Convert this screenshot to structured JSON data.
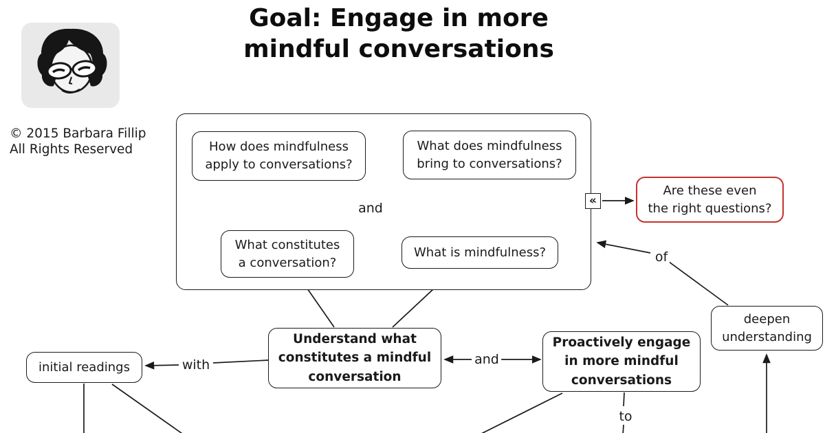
{
  "header": {
    "title": "Goal: Engage in more\nmindful conversations",
    "copyright": "© 2015 Barbara Fillip\nAll Rights Reserved"
  },
  "map": {
    "nodes": {
      "how_mindfulness_applies": {
        "text": "How does mindfulness\napply to conversations?"
      },
      "what_mindfulness_brings": {
        "text": "What does mindfulness\nbring to conversations?"
      },
      "what_constitutes_conversation": {
        "text": "What constitutes\na conversation?"
      },
      "what_is_mindfulness": {
        "text": "What is mindfulness?"
      },
      "right_questions": {
        "text": "Are these even\nthe right questions?",
        "border_color": "#c5312d"
      },
      "deepen_understanding": {
        "text": "deepen\nunderstanding"
      },
      "understand_mindful_conversation": {
        "text": "Understand what\nconstitutes a mindful\nconversation"
      },
      "proactively_engage": {
        "text": "Proactively engage\nin more mindful\nconversations"
      },
      "initial_readings": {
        "text": "initial readings"
      }
    },
    "link_labels": {
      "and_questions": "and",
      "and_goals": "and",
      "with": "with",
      "of": "of",
      "to": "to"
    },
    "icons": {
      "collapsed_annotation": "«"
    }
  },
  "colors": {
    "line": "#1a1a1a",
    "alert_border": "#c5312d",
    "avatar_background": "#e9e9e9"
  }
}
